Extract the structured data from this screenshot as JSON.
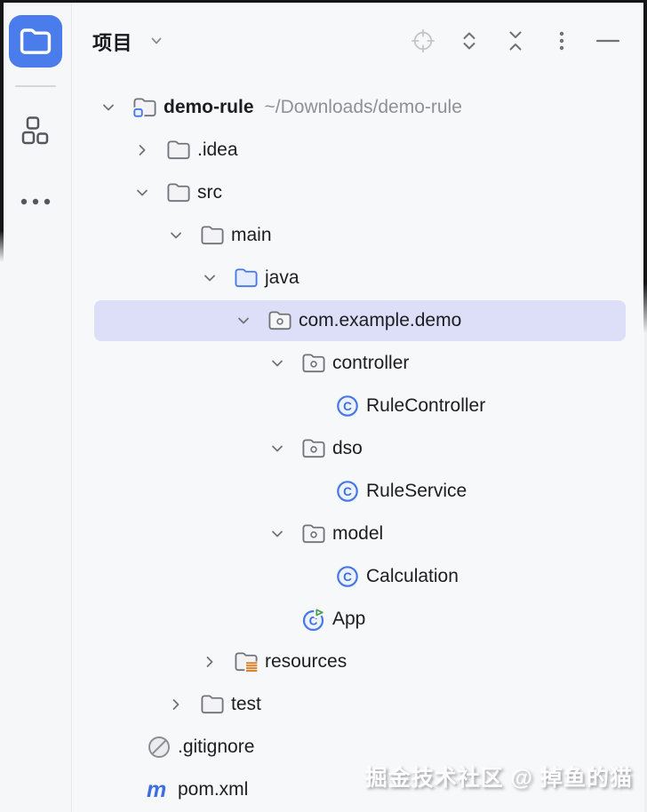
{
  "colors": {
    "accent_blue": "#4a7ceb",
    "selection": "#dcdff7",
    "icon_gray": "#70747a",
    "class_blue": "#4678e8",
    "run_green": "#4f9e58",
    "resources_orange": "#d9822b",
    "maven_blue": "#3d6de4",
    "panel_bg": "#f7f8fa"
  },
  "activity_bar": {
    "items": [
      {
        "name": "project",
        "icon": "folder-icon",
        "active": true
      },
      {
        "name": "structure",
        "icon": "structure-icon",
        "active": false
      },
      {
        "name": "more-tool-windows",
        "icon": "ellipsis-icon",
        "active": false
      }
    ]
  },
  "header": {
    "title": "项目"
  },
  "toolbar": {
    "buttons": [
      {
        "name": "locate",
        "icon": "locate-icon"
      },
      {
        "name": "expand-all",
        "icon": "expand-all-icon"
      },
      {
        "name": "collapse-all",
        "icon": "collapse-all-icon"
      },
      {
        "name": "more-options",
        "icon": "kebab-icon"
      },
      {
        "name": "hide",
        "icon": "minimize-icon"
      }
    ]
  },
  "tree": {
    "rows": [
      {
        "label": "demo-rule",
        "hint": "~/Downloads/demo-rule",
        "level": 0,
        "icon": "project-root",
        "expanded": true,
        "bold": true
      },
      {
        "label": ".idea",
        "level": 1,
        "icon": "folder",
        "expanded": false
      },
      {
        "label": "src",
        "level": 1,
        "icon": "folder",
        "expanded": true
      },
      {
        "label": "main",
        "level": 2,
        "icon": "folder",
        "expanded": true
      },
      {
        "label": "java",
        "level": 3,
        "icon": "folder-sources",
        "expanded": true
      },
      {
        "label": "com.example.demo",
        "level": 4,
        "icon": "package",
        "expanded": true,
        "selected": true
      },
      {
        "label": "controller",
        "level": 5,
        "icon": "package",
        "expanded": true
      },
      {
        "label": "RuleController",
        "level": 6,
        "icon": "class"
      },
      {
        "label": "dso",
        "level": 5,
        "icon": "package",
        "expanded": true
      },
      {
        "label": "RuleService",
        "level": 6,
        "icon": "class"
      },
      {
        "label": "model",
        "level": 5,
        "icon": "package",
        "expanded": true
      },
      {
        "label": "Calculation",
        "level": 6,
        "icon": "class"
      },
      {
        "label": "App",
        "level": 5,
        "icon": "class-run"
      },
      {
        "label": "resources",
        "level": 3,
        "icon": "folder-resources",
        "expanded": false
      },
      {
        "label": "test",
        "level": 2,
        "icon": "folder",
        "expanded": false
      },
      {
        "label": ".gitignore",
        "level": 1,
        "icon": "ignored",
        "tight": true
      },
      {
        "label": "pom.xml",
        "level": 1,
        "icon": "maven",
        "tight": true
      }
    ]
  },
  "watermark": "掘金技术社区 @ 掉鱼的猫"
}
